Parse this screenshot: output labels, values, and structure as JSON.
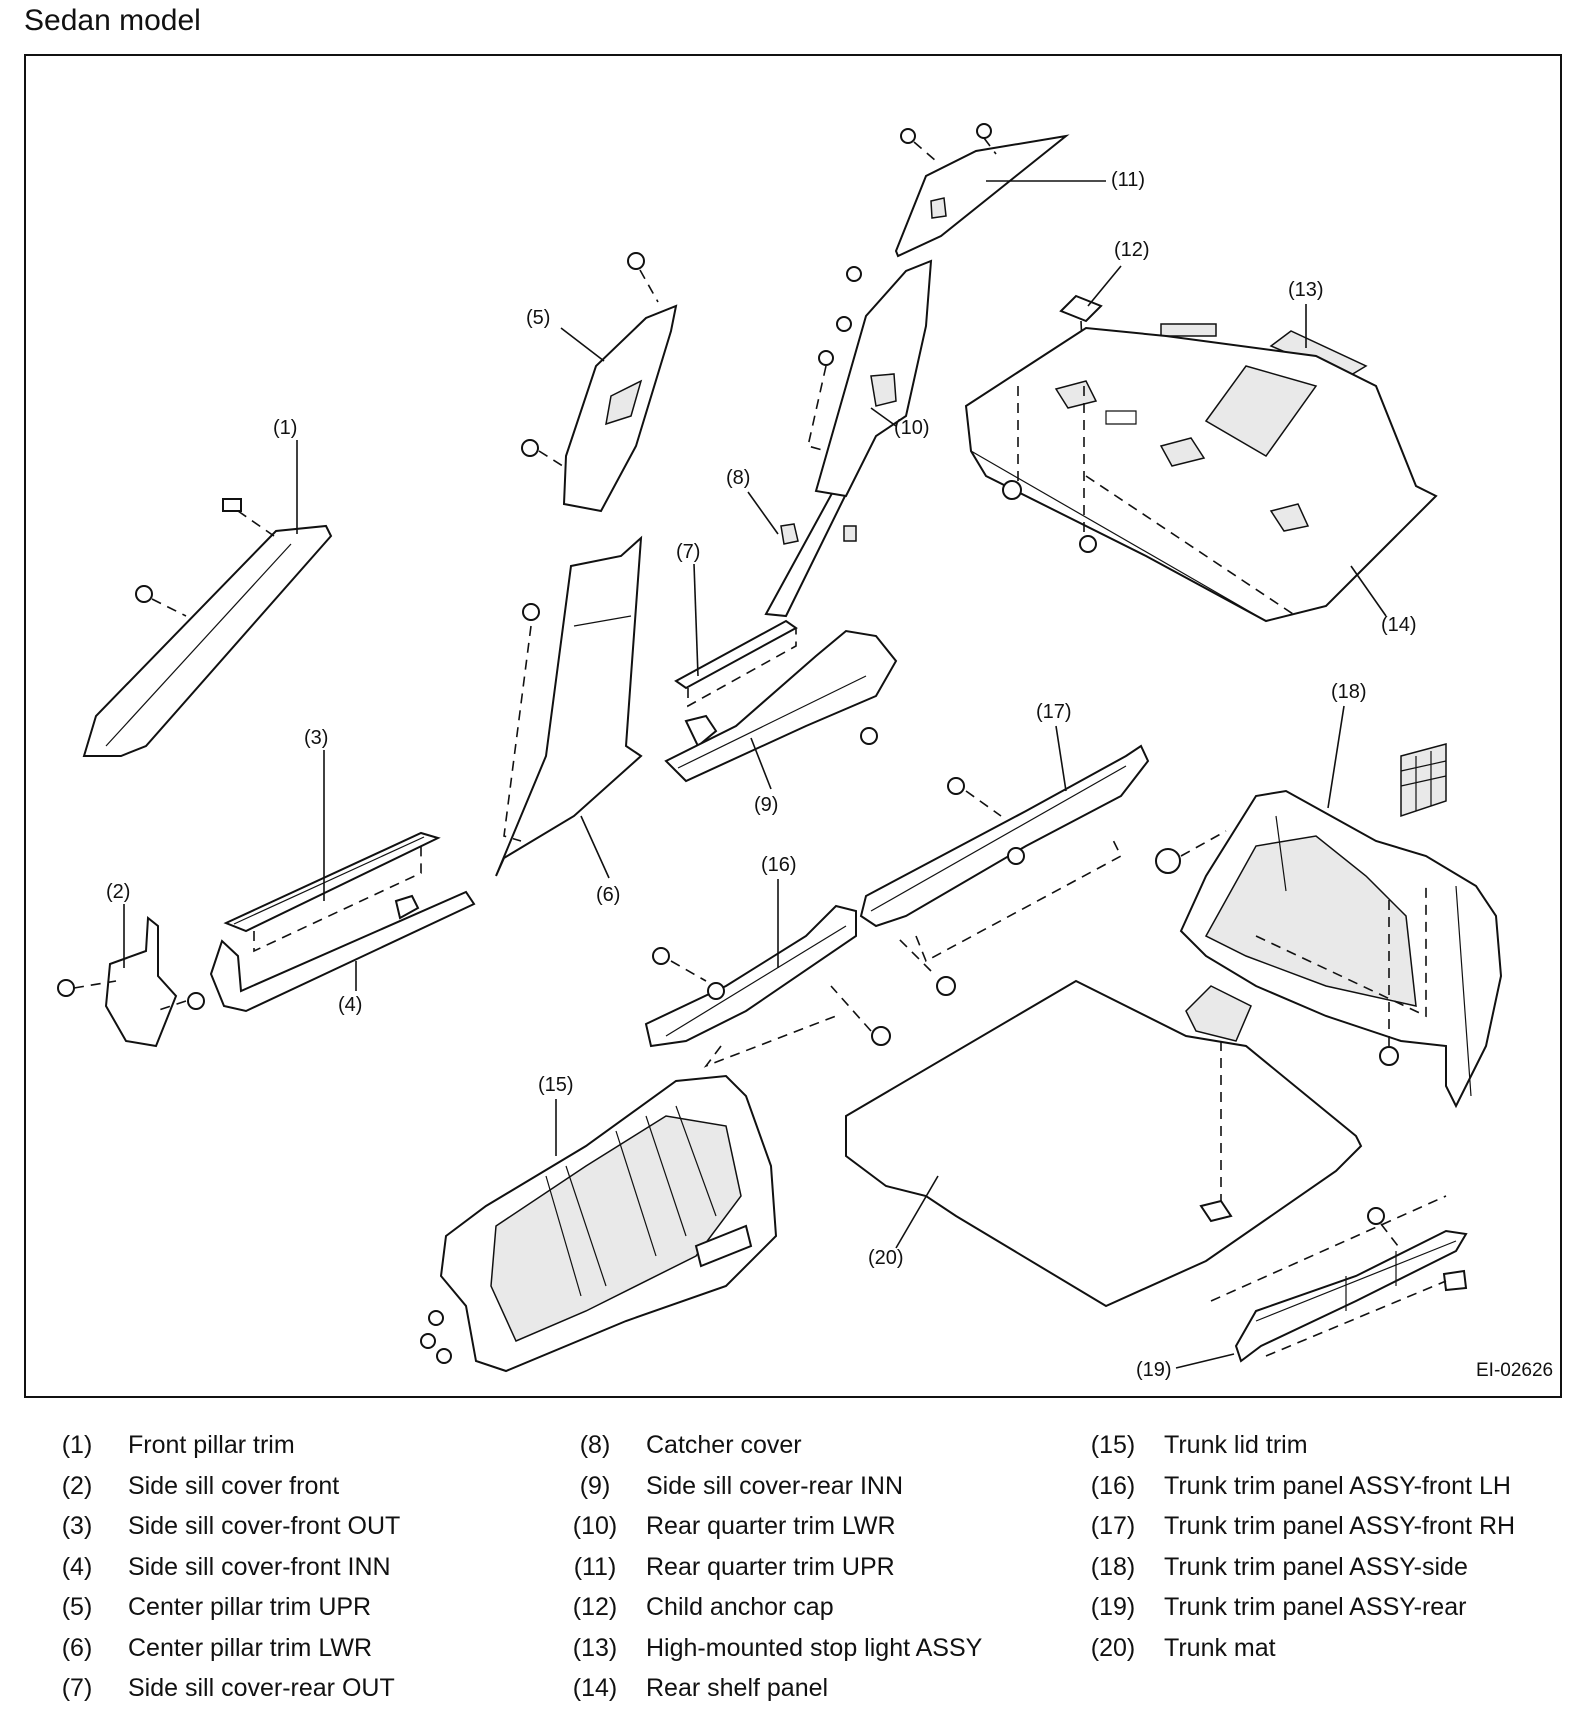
{
  "title": "Sedan model",
  "figure_code": "EI-02626",
  "callouts": [
    "(1)",
    "(2)",
    "(3)",
    "(4)",
    "(5)",
    "(6)",
    "(7)",
    "(8)",
    "(9)",
    "(10)",
    "(11)",
    "(12)",
    "(13)",
    "(14)",
    "(15)",
    "(16)",
    "(17)",
    "(18)",
    "(19)",
    "(20)"
  ],
  "legend": {
    "columns": [
      [
        {
          "num": "(1)",
          "name": "Front pillar trim"
        },
        {
          "num": "(2)",
          "name": "Side sill cover front"
        },
        {
          "num": "(3)",
          "name": "Side sill cover-front OUT"
        },
        {
          "num": "(4)",
          "name": "Side sill cover-front INN"
        },
        {
          "num": "(5)",
          "name": "Center pillar trim UPR"
        },
        {
          "num": "(6)",
          "name": "Center pillar trim LWR"
        },
        {
          "num": "(7)",
          "name": "Side sill cover-rear OUT"
        }
      ],
      [
        {
          "num": "(8)",
          "name": "Catcher cover"
        },
        {
          "num": "(9)",
          "name": "Side sill cover-rear INN"
        },
        {
          "num": "(10)",
          "name": "Rear quarter trim LWR"
        },
        {
          "num": "(11)",
          "name": "Rear quarter trim UPR"
        },
        {
          "num": "(12)",
          "name": "Child anchor cap"
        },
        {
          "num": "(13)",
          "name": "High-mounted stop light ASSY"
        },
        {
          "num": "(14)",
          "name": "Rear shelf panel"
        }
      ],
      [
        {
          "num": "(15)",
          "name": "Trunk lid trim"
        },
        {
          "num": "(16)",
          "name": "Trunk trim panel ASSY-front LH"
        },
        {
          "num": "(17)",
          "name": "Trunk trim panel ASSY-front RH"
        },
        {
          "num": "(18)",
          "name": "Trunk trim panel ASSY-side"
        },
        {
          "num": "(19)",
          "name": "Trunk trim panel ASSY-rear"
        },
        {
          "num": "(20)",
          "name": "Trunk mat"
        }
      ]
    ]
  }
}
